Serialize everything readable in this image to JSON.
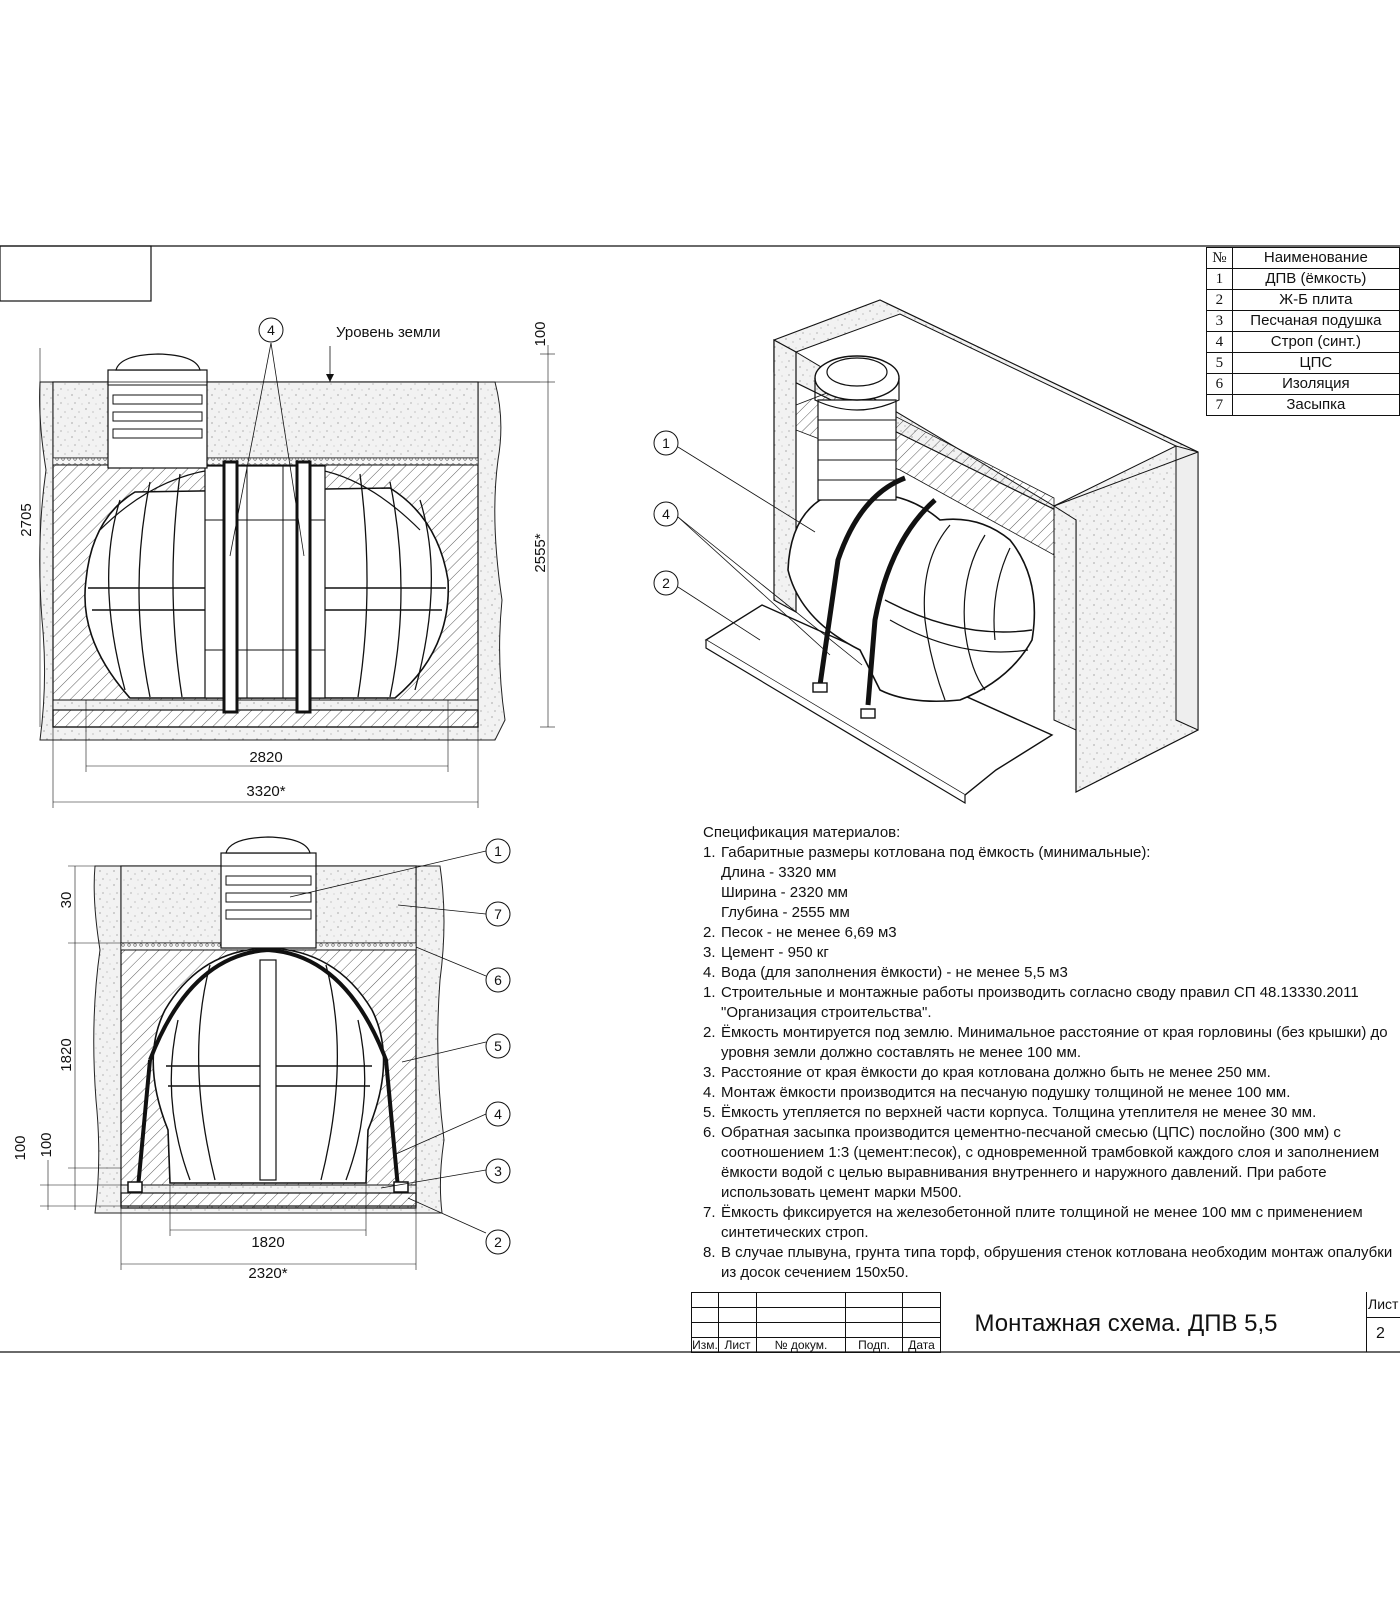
{
  "ground_label": "Уровень земли",
  "dims_front": {
    "d100": "100",
    "d2705": "2705",
    "d2555": "2555*",
    "d2820": "2820",
    "d3320": "3320*"
  },
  "dims_side": {
    "d30": "30",
    "d1820v": "1820",
    "d100a": "100",
    "d100b": "100",
    "d1820h": "1820",
    "d2320": "2320*"
  },
  "callouts": {
    "c1": "1",
    "c2": "2",
    "c3": "3",
    "c4": "4",
    "c5": "5",
    "c6": "6",
    "c7": "7"
  },
  "parts_table": {
    "header": {
      "no": "№",
      "name": "Наименование"
    },
    "rows": [
      {
        "no": "1",
        "name": "ДПВ (ёмкость)"
      },
      {
        "no": "2",
        "name": "Ж-Б плита"
      },
      {
        "no": "3",
        "name": "Песчаная подушка"
      },
      {
        "no": "4",
        "name": "Строп (синт.)"
      },
      {
        "no": "5",
        "name": "ЦПС"
      },
      {
        "no": "6",
        "name": "Изоляция"
      },
      {
        "no": "7",
        "name": "Засыпка"
      }
    ]
  },
  "spec": {
    "header": "Спецификация материалов:",
    "items": [
      {
        "num": "1.",
        "text": "Габаритные размеры котлована под ёмкость (минимальные):"
      },
      {
        "num": "",
        "text": "Длина - 3320 мм"
      },
      {
        "num": "",
        "text": "Ширина - 2320 мм"
      },
      {
        "num": "",
        "text": "Глубина - 2555 мм"
      },
      {
        "num": "2.",
        "text": "Песок - не менее 6,69 м3"
      },
      {
        "num": "3.",
        "text": "Цемент - 950 кг"
      },
      {
        "num": "4.",
        "text": "Вода (для заполнения ёмкости) - не менее 5,5 м3"
      },
      {
        "num": "1.",
        "text": "Строительные и монтажные работы производить согласно своду правил СП 48.13330.2011 \"Организация строительства\"."
      },
      {
        "num": "2.",
        "text": "Ёмкость монтируется под землю. Минимальное расстояние от края горловины (без крышки) до уровня земли должно составлять не менее 100 мм."
      },
      {
        "num": "3.",
        "text": "Расстояние от края ёмкости до края котлована должно быть не менее 250 мм."
      },
      {
        "num": "4.",
        "text": "Монтаж ёмкости производится на песчаную подушку толщиной не менее 100 мм."
      },
      {
        "num": "5.",
        "text": "Ёмкость утепляется по верхней части корпуса. Толщина утеплителя не менее 30 мм."
      },
      {
        "num": "6.",
        "text": "Обратная засыпка производится цементно-песчаной смесью (ЦПС) послойно (300 мм) с соотношением 1:3 (цемент:песок), с одновременной трамбовкой каждого слоя и заполнением ёмкости водой с целью выравнивания внутреннего и наружного давлений. При работе использовать цемент марки М500."
      },
      {
        "num": "7.",
        "text": "Ёмкость фиксируется  на железобетонной плите толщиной не менее 100 мм с применением синтетических строп."
      },
      {
        "num": "8.",
        "text": "В случае плывуна, грунта типа торф, обрушения стенок котлована необходим монтаж опалубки из досок сечением 150х50."
      }
    ]
  },
  "stamp": {
    "cols": [
      "Изм.",
      "Лист",
      "№ докум.",
      "Подп.",
      "Дата"
    ],
    "title": "Монтажная схема. ДПВ 5,5",
    "sheet_label": "Лист",
    "sheet_no": "2"
  }
}
